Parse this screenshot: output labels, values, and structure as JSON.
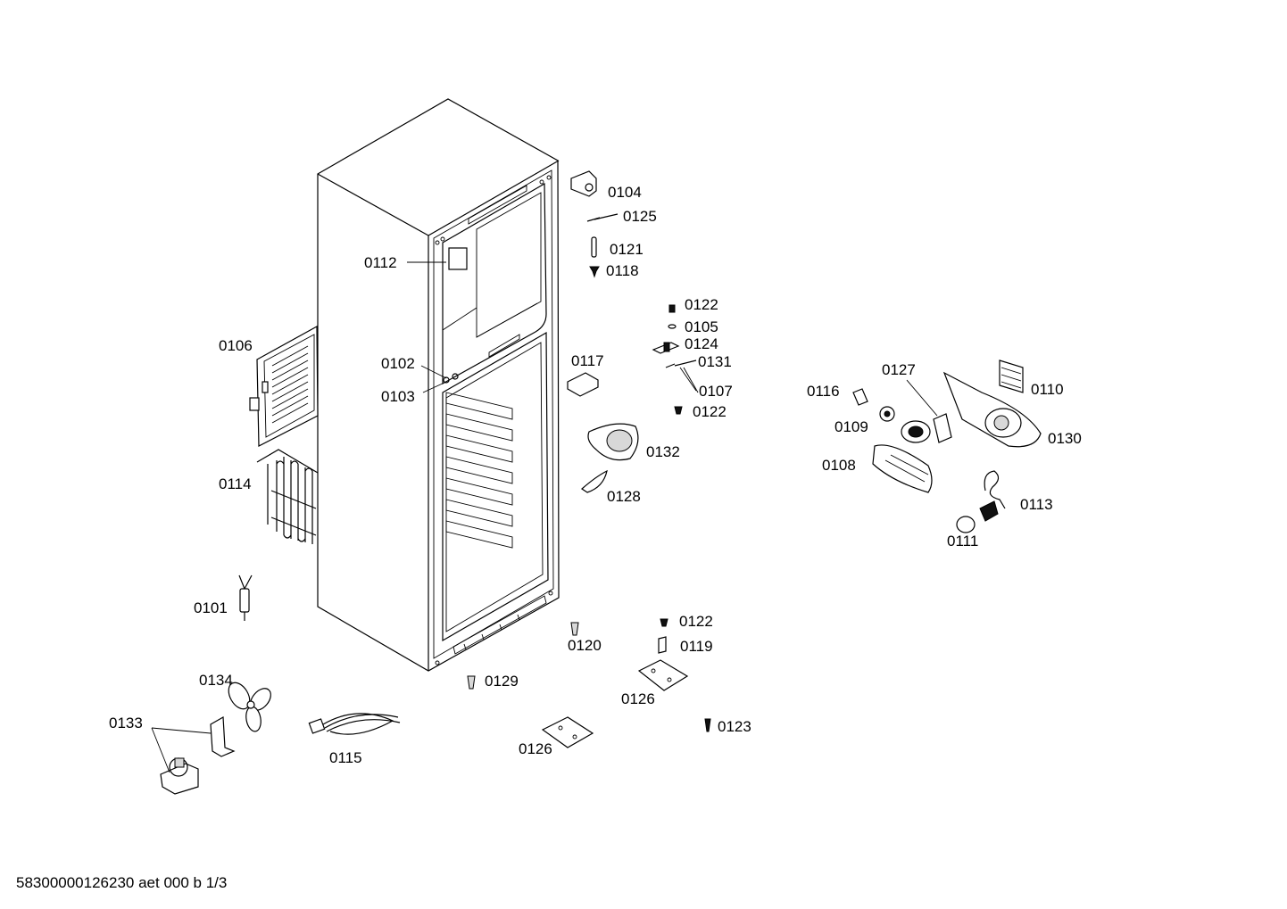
{
  "parts": {
    "p0104": "0104",
    "p0125": "0125",
    "p0121": "0121",
    "p0118": "0118",
    "p0112": "0112",
    "p0122a": "0122",
    "p0105": "0105",
    "p0124": "0124",
    "p0131": "0131",
    "p0107": "0107",
    "p0122b": "0122",
    "p0106": "0106",
    "p0102": "0102",
    "p0103": "0103",
    "p0117": "0117",
    "p0132": "0132",
    "p0128": "0128",
    "p0114": "0114",
    "p0101": "0101",
    "p0120": "0120",
    "p0122c": "0122",
    "p0119": "0119",
    "p0126a": "0126",
    "p0126b": "0126",
    "p0123": "0123",
    "p0129": "0129",
    "p0134": "0134",
    "p0133": "0133",
    "p0115": "0115",
    "p0127": "0127",
    "p0116": "0116",
    "p0110": "0110",
    "p0109": "0109",
    "p0130": "0130",
    "p0108": "0108",
    "p0113": "0113",
    "p0111": "0111"
  },
  "footer": {
    "doc_id": "58300000126230 aet 000 b 1/3"
  }
}
